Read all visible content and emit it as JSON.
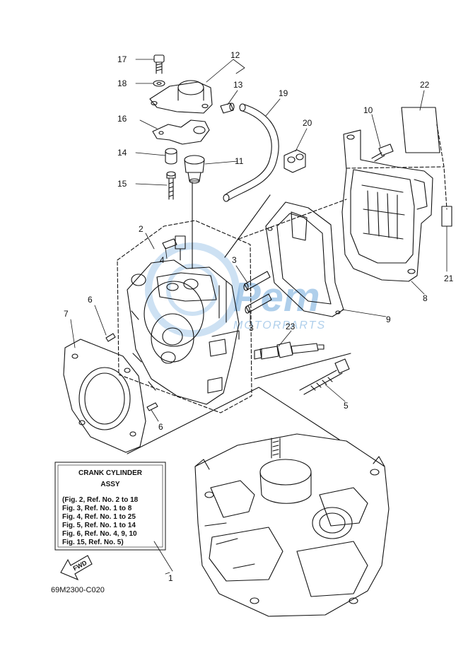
{
  "callouts": {
    "c1": "1",
    "c2": "2",
    "c3a": "3",
    "c3b": "3",
    "c4": "4",
    "c5": "5",
    "c6a": "6",
    "c6b": "6",
    "c7": "7",
    "c8": "8",
    "c9": "9",
    "c10": "10",
    "c11": "11",
    "c12": "12",
    "c13": "13",
    "c14": "14",
    "c15": "15",
    "c16": "16",
    "c17": "17",
    "c18": "18",
    "c19": "19",
    "c20": "20",
    "c21": "21",
    "c22": "22",
    "c23": "23"
  },
  "legend": {
    "title1": "CRANK CYLINDER",
    "title2": "ASSY",
    "lines": [
      "(Fig. 2, Ref. No. 2 to 18",
      "Fig. 3, Ref. No. 1 to 8",
      "Fig. 4, Ref. No. 1 to 25",
      "Fig. 5, Ref. No. 1 to 14",
      "Fig. 6, Ref. No. 4, 9, 10",
      "Fig. 15, Ref. No. 5)"
    ]
  },
  "fwd_label": "FWD",
  "diagram_code": "69M2300-C020",
  "watermark": {
    "brand": "Pem",
    "sub": "MOTORPARTS",
    "color": "#6fa8dc"
  },
  "colors": {
    "line": "#111111",
    "background": "#ffffff"
  }
}
